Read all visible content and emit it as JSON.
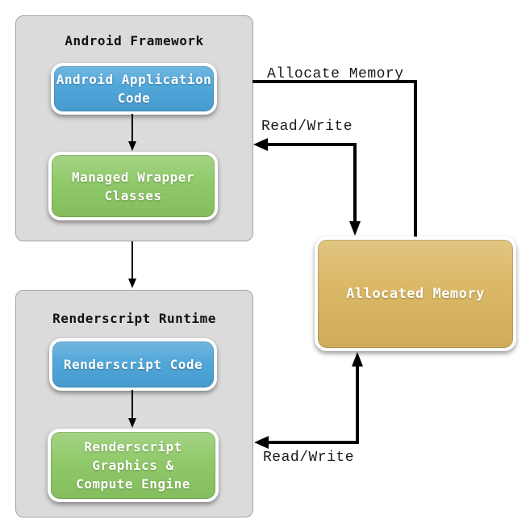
{
  "diagram": {
    "framework": {
      "title": "Android Framework",
      "app_code_label": "Android Application\nCode",
      "wrapper_label": "Managed Wrapper\nClasses"
    },
    "runtime": {
      "title": "Renderscript Runtime",
      "rs_code_label": "Renderscript Code",
      "engine_label": "Renderscript\nGraphics &\nCompute Engine"
    },
    "memory": {
      "label": "Allocated Memory"
    },
    "arrows": {
      "allocate_label": "Allocate Memory",
      "read_write_top_label": "Read/Write",
      "read_write_bottom_label": "Read/Write"
    },
    "colors": {
      "blue": "#4AA3D8",
      "green": "#8BC763",
      "gold": "#D9B55F",
      "container": "#DBDBDB",
      "container-border": "#A3A3A3",
      "arrow": "#000000",
      "label-text": "#1A1A1A",
      "title-text": "#111111",
      "box-text": "#FFFFFF"
    }
  }
}
